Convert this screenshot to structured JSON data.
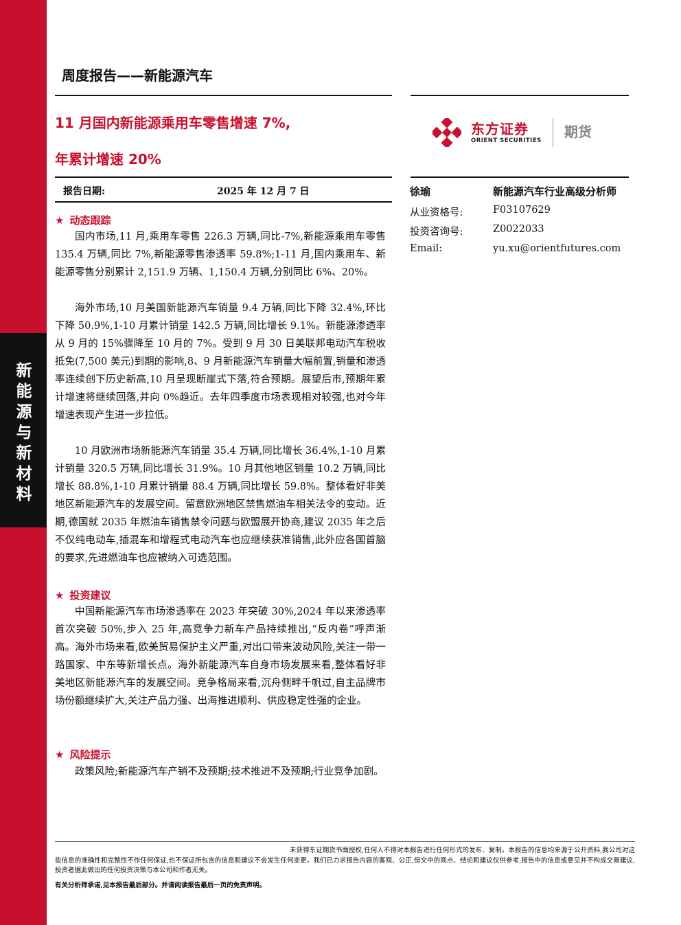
{
  "header": {
    "doc_type": "周度报告——新能源汽车",
    "title_line1": "11 月国内新能源乘用车零售增速 7%,",
    "title_line2": "年累计增速 20%"
  },
  "logo": {
    "name_cn": "东方证券",
    "name_en": "ORIENT SECURITIES",
    "suffix": "期货",
    "brand_color": "#c8102e"
  },
  "sidebar": {
    "category_chars": [
      "新",
      "能",
      "源",
      "与",
      "新",
      "材",
      "料"
    ]
  },
  "report_date": {
    "label": "报告日期:",
    "value": "2025 年 12 月 7 日"
  },
  "analyst": {
    "name": "徐瑜",
    "title": "新能源汽车行业高级分析师",
    "fields": [
      {
        "label": "从业资格号:",
        "value": "F03107629"
      },
      {
        "label": "投资咨询号:",
        "value": "Z0022033"
      },
      {
        "label": "Email:",
        "value": "yu.xu@orientfutures.com"
      }
    ]
  },
  "sections": {
    "dynamics": {
      "heading": "动态跟踪",
      "paragraphs": [
        "国内市场,11 月,乘用车零售 226.3 万辆,同比-7%,新能源乘用车零售 135.4 万辆,同比 7%,新能源零售渗透率 59.8%;1-11 月,国内乘用车、新能源零售分别累计 2,151.9 万辆、1,150.4 万辆,分别同比 6%、20%。",
        "海外市场,10 月美国新能源汽车销量 9.4 万辆,同比下降 32.4%,环比下降 50.9%,1-10 月累计销量 142.5 万辆,同比增长 9.1%。新能源渗透率从 9 月的 15%骤降至 10 月的 7%。受到 9 月 30 日美联邦电动汽车税收抵免(7,500 美元)到期的影响,8、9 月新能源汽车销量大幅前置,销量和渗透率连续创下历史新高,10 月呈现断崖式下落,符合预期。展望后市,预期年累计增速将继续回落,并向 0%趋近。去年四季度市场表现相对较强,也对今年增速表现产生进一步拉低。",
        "10 月欧洲市场新能源汽车销量 35.4 万辆,同比增长 36.4%,1-10 月累计销量 320.5 万辆,同比增长 31.9%。10 月其他地区销量 10.2 万辆,同比增长 88.8%,1-10 月累计销量 88.4 万辆,同比增长 59.8%。整体看好非美地区新能源汽车的发展空间。留意欧洲地区禁售燃油车相关法令的变动。近期,德国就 2035 年燃油车销售禁令问题与欧盟展开协商,建议 2035 年之后不仅纯电动车,插混车和增程式电动汽车也应继续获准销售,此外应各国首脑的要求,先进燃油车也应被纳入可选范围。"
      ]
    },
    "investment": {
      "heading": "投资建议",
      "paragraphs": [
        "中国新能源汽车市场渗透率在 2023 年突破 30%,2024 年以来渗透率首次突破 50%,步入 25 年,高竞争力新车产品持续推出,“反内卷”呼声渐高。海外市场来看,欧美贸易保护主义严重,对出口带来波动风险,关注一带一路国家、中东等新增长点。海外新能源汽车自身市场发展来看,整体看好非美地区新能源汽车的发展空间。竞争格局来看,沉舟侧畔千帆过,自主品牌市场份额继续扩大,关注产品力强、出海推进顺利、供应稳定性强的企业。"
      ]
    },
    "risk": {
      "heading": "风险提示",
      "paragraphs": [
        "政策风险;新能源汽车产销不及预期;技术推进不及预期;行业竞争加剧。"
      ]
    }
  },
  "footer": {
    "disclaimer": "未获得东证期货书面授权,任何人不得对本报告进行任何形式的发布、复制。本报告的信息均来源于公开资料,我公司对这些信息的准确性和完整性不作任何保证,也不保证所包含的信息和建议不会发生任何变更。我们已力求报告内容的客观、公正,但文中的观点、结论和建议仅供参考,报告中的信息或意见并不构成交易建议,投资者据此做出的任何投资决策与本公司和作者无关。",
    "notice": "有关分析师承诺,见本报告最后部分。并请阅读报告最后一页的免责声明。"
  }
}
